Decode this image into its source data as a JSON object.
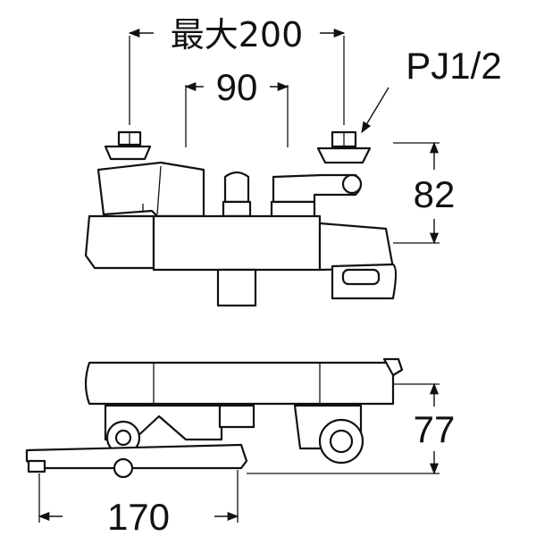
{
  "dimensions": {
    "max_width": "最大200",
    "center_spacing": "90",
    "pipe_thread": "PJ1/2",
    "top_height": "82",
    "side_height": "77",
    "side_depth": "170"
  }
}
